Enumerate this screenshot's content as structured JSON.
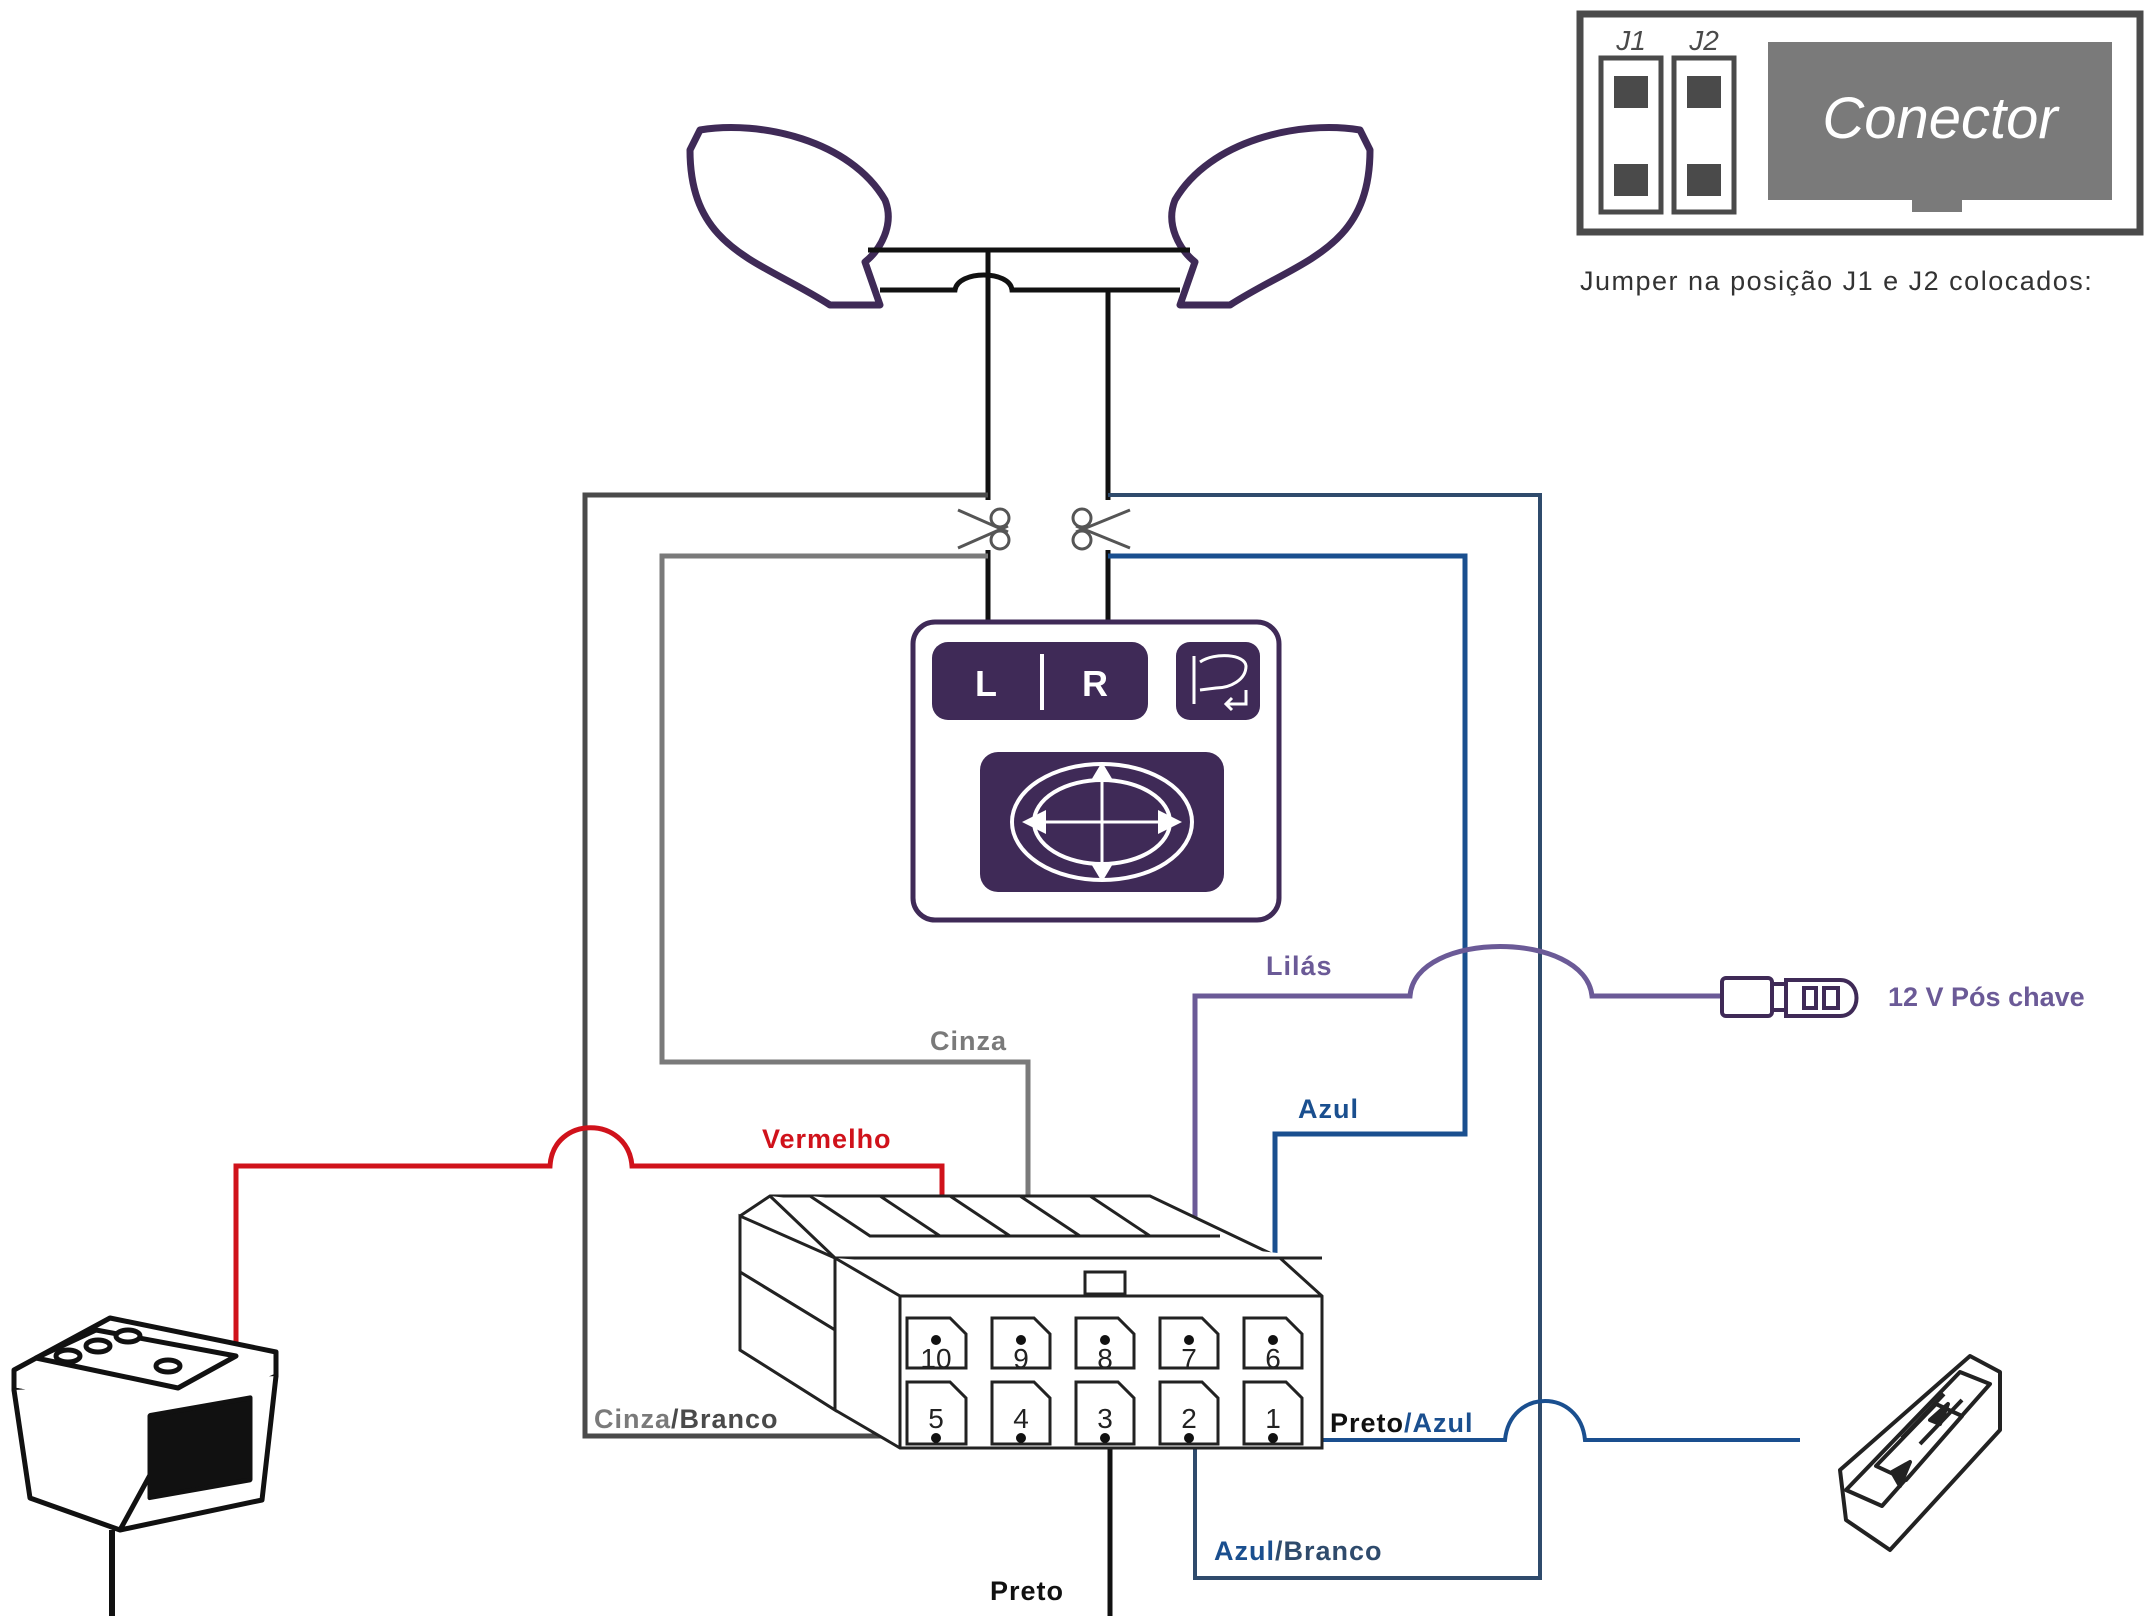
{
  "connector_panel": {
    "jumper1": "J1",
    "jumper2": "J2",
    "title": "Conector",
    "caption": "Jumper na posição J1 e J2 colocados:"
  },
  "control": {
    "left": "L",
    "right": "R"
  },
  "wires": {
    "lilas": "Lilás",
    "cinza": "Cinza",
    "vermelho": "Vermelho",
    "azul": "Azul",
    "cinza_branco_a": "Cinza",
    "cinza_branco_b": "/Branco",
    "preto_azul_a": "Preto",
    "preto_azul_b": "/Azul",
    "azul_branco_a": "Azul",
    "azul_branco_b": "/Branco",
    "preto": "Preto"
  },
  "power_label": "12 V  Pós chave",
  "pins_top": [
    "10",
    "9",
    "8",
    "7",
    "6"
  ],
  "pins_bottom": [
    "5",
    "4",
    "3",
    "2",
    "1"
  ],
  "colors": {
    "purple": "#3f2a57",
    "red": "#d0121b",
    "blue": "#1a4f8f",
    "gray": "#7a7a7a",
    "lilac": "#6b5a97",
    "black": "#111111",
    "dark_gray": "#4a4a4a"
  }
}
